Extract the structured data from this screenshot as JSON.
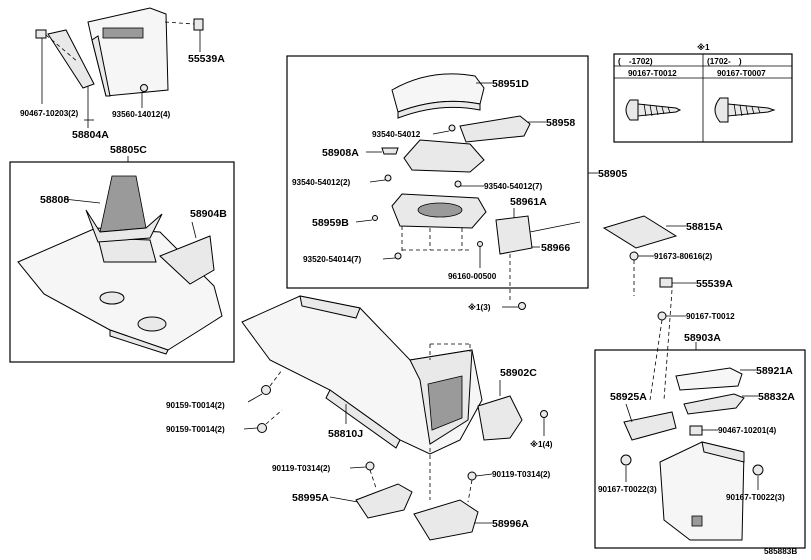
{
  "diagram_id": "585883B",
  "legend": {
    "title": "※1",
    "cols": [
      {
        "header": "(　-1702)",
        "part": "90167-T0012"
      },
      {
        "header": "(1702-　)",
        "part": "90167-T0007"
      }
    ]
  },
  "labels": {
    "p90467_10203": "90467-10203(2)",
    "p58804A": "58804A",
    "p93560_14012": "93560-14012(4)",
    "p55539A_top": "55539A",
    "p58805C": "58805C",
    "p58808": "58808",
    "p58904B": "58904B",
    "p58951D": "58951D",
    "p93540_54012_a": "93540-54012",
    "p58958": "58958",
    "p58908A": "58908A",
    "p93540_54012_b": "93540-54012(2)",
    "p93540_54012_c": "93540-54012(7)",
    "p58905": "58905",
    "p58959B": "58959B",
    "p58961A": "58961A",
    "p58966": "58966",
    "p93520_54014": "93520-54014(7)",
    "p96160_00500": "96160-00500",
    "p58815A": "58815A",
    "p91673_80616": "91673-80616(2)",
    "p55539A_mid": "55539A",
    "p90167_T0012": "90167-T0012",
    "p_x1_3": "※1(3)",
    "p58903A": "58903A",
    "p58921A": "58921A",
    "p58832A": "58832A",
    "p58925A": "58925A",
    "p90467_10201": "90467-10201(4)",
    "p90167_T0022_a": "90167-T0022(3)",
    "p90167_T0022_b": "90167-T0022(3)",
    "p58902C": "58902C",
    "p_x1_4": "※1(4)",
    "p90159_T0014_a": "90159-T0014(2)",
    "p90159_T0014_b": "90159-T0014(2)",
    "p58810J": "58810J",
    "p90119_T0314_a": "90119-T0314(2)",
    "p90119_T0314_b": "90119-T0314(2)",
    "p58995A": "58995A",
    "p58996A": "58996A"
  }
}
